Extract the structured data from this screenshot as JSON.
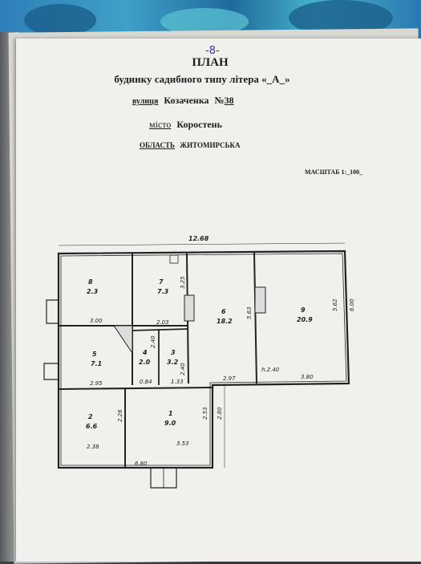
{
  "header": {
    "page_number": "-8-",
    "title": "ПЛАН",
    "subtitle": "будинку садибного типу літера «_А_»",
    "street_label": "вулиця",
    "street_name": "Козаченка",
    "house_label": "№",
    "house_number": "38",
    "city_label": "місто",
    "city_name": "Коростень",
    "region_label": "ОБЛАСТЬ",
    "region_name": "ЖИТОМИРСЬКА",
    "scale": "МАСШТАБ 1:_100_"
  },
  "plan": {
    "overall_width": "12.68",
    "rooms": [
      {
        "num": "8",
        "area": "2.3"
      },
      {
        "num": "7",
        "area": "7.3"
      },
      {
        "num": "6",
        "area": "18.2"
      },
      {
        "num": "9",
        "area": "20.9"
      },
      {
        "num": "5",
        "area": "7.1"
      },
      {
        "num": "4",
        "area": "2.0"
      },
      {
        "num": "3",
        "area": "3.2"
      },
      {
        "num": "2",
        "area": "6.6"
      },
      {
        "num": "1",
        "area": "9.0"
      }
    ],
    "dimensions": {
      "d_300": "3.00",
      "d_325": "3.25",
      "d_203": "2.03",
      "d_563": "5.63",
      "d_562": "5.62",
      "d_600": "6.00",
      "d_240a": "2.40",
      "d_240b": "2.40",
      "d_295": "2.95",
      "d_084": "0.84",
      "d_133": "1.33",
      "d_297": "2.97",
      "d_380": "3.80",
      "d_h240": "h.2.40",
      "d_253": "2.53",
      "d_280": "2.80",
      "d_226": "2.26",
      "d_238": "2.38",
      "d_353": "3.53",
      "d_680": "6.80"
    }
  }
}
